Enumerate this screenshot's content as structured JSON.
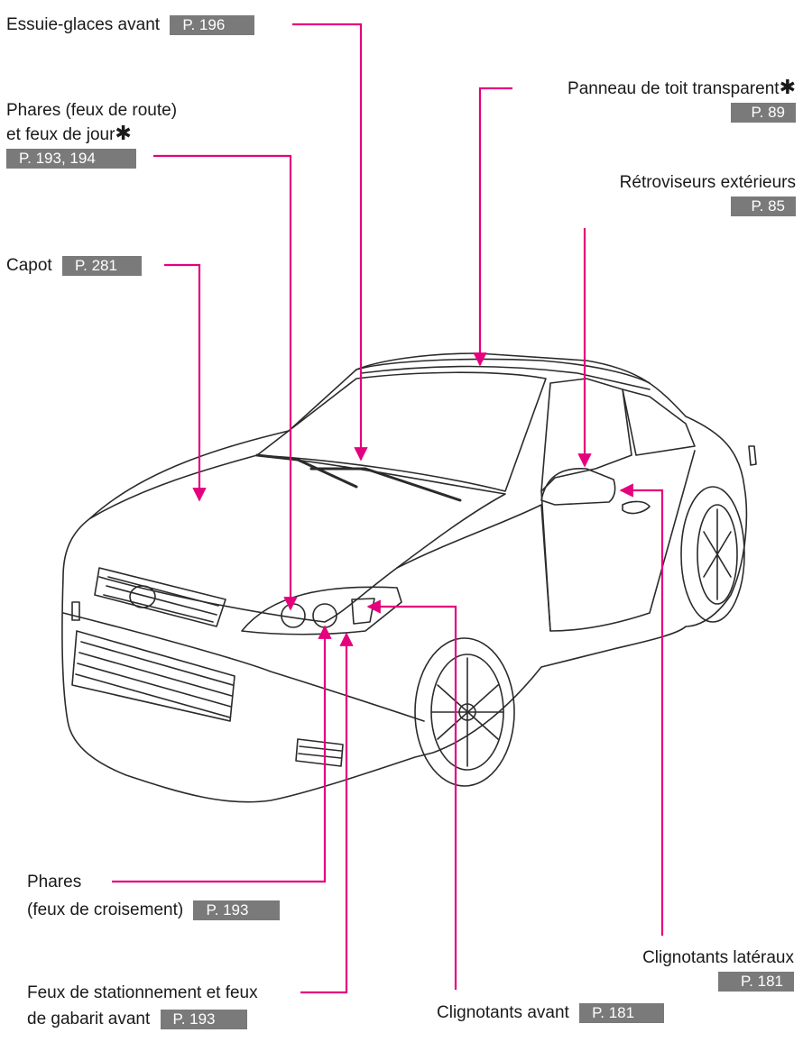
{
  "colors": {
    "leader": "#e5007e",
    "ref_bg": "#7a7a7a",
    "ref_text": "#ffffff",
    "car_line": "#2b2b2b"
  },
  "car": {
    "image": "car-front-three-quarter-line-drawing"
  },
  "callouts": {
    "wipers": {
      "label": "Essuie-glaces avant",
      "ref": "P. 196"
    },
    "headlights_high": {
      "label_line1": "Phares (feux de route)",
      "label_line2": "et feux de jour",
      "asterisk": "✱",
      "ref": "P. 193, 194"
    },
    "hood": {
      "label": "Capot",
      "ref": "P. 281"
    },
    "moonroof": {
      "label": "Panneau de toit transparent",
      "asterisk": "✱",
      "ref": "P. 89"
    },
    "mirrors": {
      "label": "Rétroviseurs extérieurs",
      "ref": "P. 85"
    },
    "headlights_low": {
      "label_line1": "Phares",
      "label_line2": "(feux de croisement)",
      "ref": "P. 193"
    },
    "side_turn": {
      "label": "Clignotants latéraux",
      "ref": "P. 181"
    },
    "parking": {
      "label_line1": "Feux de stationnement et feux",
      "label_line2": "de gabarit avant",
      "ref": "P. 193"
    },
    "front_turn": {
      "label": "Clignotants avant",
      "ref": "P. 181"
    }
  }
}
